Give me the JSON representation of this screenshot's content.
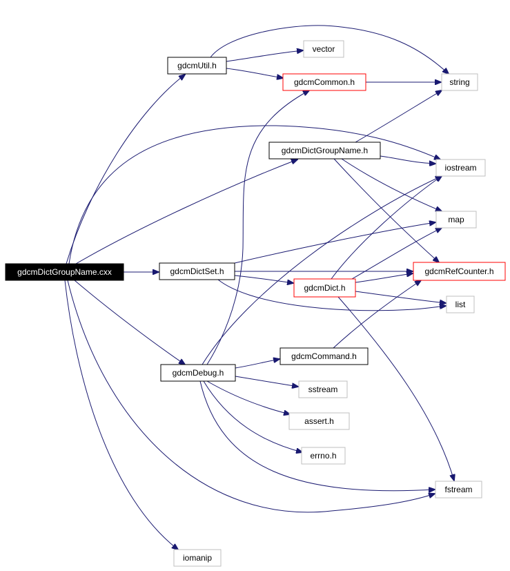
{
  "nodes": [
    {
      "id": "root",
      "label": "gdcmDictGroupName.cxx",
      "style": "root"
    },
    {
      "id": "util",
      "label": "gdcmUtil.h",
      "style": "black"
    },
    {
      "id": "vector",
      "label": "vector",
      "style": "gray"
    },
    {
      "id": "common",
      "label": "gdcmCommon.h",
      "style": "red"
    },
    {
      "id": "string",
      "label": "string",
      "style": "gray"
    },
    {
      "id": "dgn",
      "label": "gdcmDictGroupName.h",
      "style": "black"
    },
    {
      "id": "iostream",
      "label": "iostream",
      "style": "gray"
    },
    {
      "id": "map",
      "label": "map",
      "style": "gray"
    },
    {
      "id": "dictset",
      "label": "gdcmDictSet.h",
      "style": "black"
    },
    {
      "id": "refcounter",
      "label": "gdcmRefCounter.h",
      "style": "red"
    },
    {
      "id": "dict",
      "label": "gdcmDict.h",
      "style": "red"
    },
    {
      "id": "list",
      "label": "list",
      "style": "gray"
    },
    {
      "id": "command",
      "label": "gdcmCommand.h",
      "style": "black"
    },
    {
      "id": "debug",
      "label": "gdcmDebug.h",
      "style": "black"
    },
    {
      "id": "sstream",
      "label": "sstream",
      "style": "gray"
    },
    {
      "id": "assert",
      "label": "assert.h",
      "style": "gray"
    },
    {
      "id": "errno",
      "label": "errno.h",
      "style": "gray"
    },
    {
      "id": "fstream",
      "label": "fstream",
      "style": "gray"
    },
    {
      "id": "iomanip",
      "label": "iomanip",
      "style": "gray"
    }
  ],
  "edges": [
    [
      "root",
      "util"
    ],
    [
      "root",
      "dgn"
    ],
    [
      "root",
      "iostream"
    ],
    [
      "root",
      "dictset"
    ],
    [
      "root",
      "debug"
    ],
    [
      "root",
      "fstream"
    ],
    [
      "root",
      "iomanip"
    ],
    [
      "util",
      "vector"
    ],
    [
      "util",
      "common"
    ],
    [
      "util",
      "string"
    ],
    [
      "common",
      "string"
    ],
    [
      "dgn",
      "string"
    ],
    [
      "dgn",
      "iostream"
    ],
    [
      "dgn",
      "map"
    ],
    [
      "dgn",
      "refcounter"
    ],
    [
      "dictset",
      "map"
    ],
    [
      "dictset",
      "refcounter"
    ],
    [
      "dictset",
      "dict"
    ],
    [
      "dictset",
      "list"
    ],
    [
      "dict",
      "iostream"
    ],
    [
      "dict",
      "map"
    ],
    [
      "dict",
      "refcounter"
    ],
    [
      "dict",
      "list"
    ],
    [
      "dict",
      "fstream"
    ],
    [
      "command",
      "refcounter"
    ],
    [
      "debug",
      "common"
    ],
    [
      "debug",
      "iostream"
    ],
    [
      "debug",
      "command"
    ],
    [
      "debug",
      "sstream"
    ],
    [
      "debug",
      "assert"
    ],
    [
      "debug",
      "errno"
    ],
    [
      "debug",
      "fstream"
    ]
  ],
  "colors": {
    "edge": "#191970",
    "root_fill": "#000000",
    "root_text": "#ffffff",
    "black_border": "#000000",
    "red_border": "#ff0000",
    "gray_border": "#bfbfbf"
  }
}
